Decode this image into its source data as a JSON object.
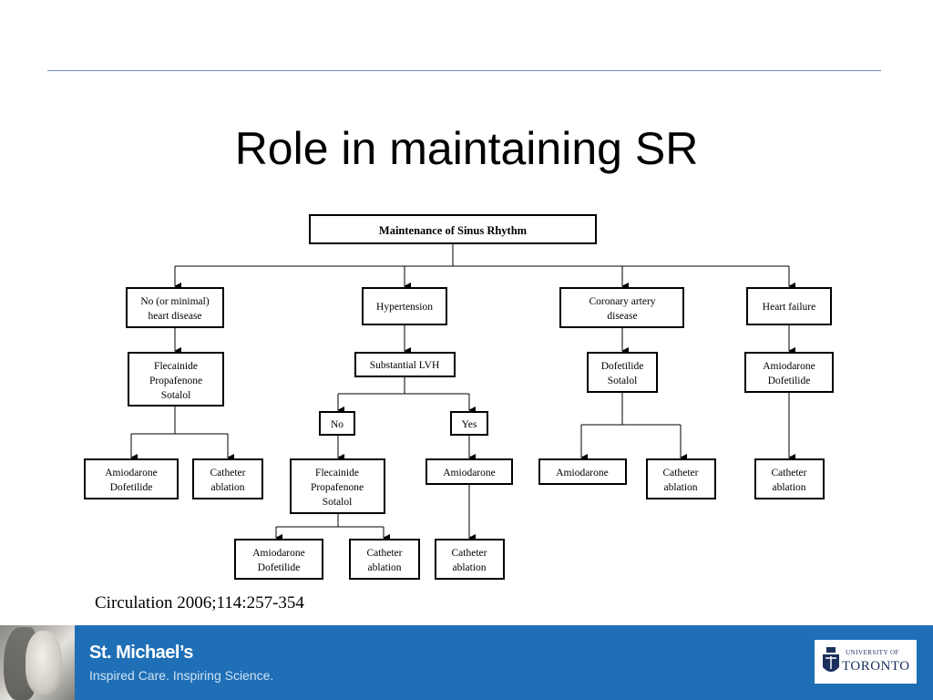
{
  "slide": {
    "title": "Role in maintaining SR",
    "citation": "Circulation 2006;114:257-354"
  },
  "footer": {
    "brand": "St. Michael’s",
    "tagline": "Inspired Care. Inspiring Science.",
    "partner_small": "UNIVERSITY OF",
    "partner_big": "TORONTO"
  },
  "diagram": {
    "nodes": {
      "root": "Maintenance of Sinus Rhythm",
      "no_heart_disease": [
        "No (or minimal)",
        "heart disease"
      ],
      "hypertension": [
        "Hypertension"
      ],
      "coronary": [
        "Coronary artery",
        "disease"
      ],
      "heart_failure": [
        "Heart failure"
      ],
      "flec_1": [
        "Flecainide",
        "Propafenone",
        "Sotalol"
      ],
      "lvh": [
        "Substantial LVH"
      ],
      "dofe_sot": [
        "Dofetilide",
        "Sotalol"
      ],
      "amio_dofe_hf": [
        "Amiodarone",
        "Dofetilide"
      ],
      "amio_dofe_1": [
        "Amiodarone",
        "Dofetilide"
      ],
      "cath_1": [
        "Catheter",
        "ablation"
      ],
      "no": [
        "No"
      ],
      "yes": [
        "Yes"
      ],
      "flec_2": [
        "Flecainide",
        "Propafenone",
        "Sotalol"
      ],
      "amio_yes": [
        "Amiodarone"
      ],
      "amio_dofe_2": [
        "Amiodarone",
        "Dofetilide"
      ],
      "cath_2": [
        "Catheter",
        "ablation"
      ],
      "cath_yes": [
        "Catheter",
        "ablation"
      ],
      "amio_cad": [
        "Amiodarone"
      ],
      "cath_cad": [
        "Catheter",
        "ablation"
      ],
      "cath_hf": [
        "Catheter",
        "ablation"
      ]
    }
  }
}
